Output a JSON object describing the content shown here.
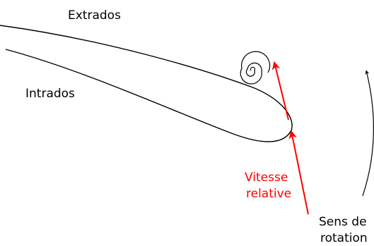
{
  "labels": {
    "extrados": "Extrados",
    "intrados": "Intrados",
    "vitesse_line1": "Vitesse",
    "vitesse_line2": "relative",
    "rotation_line1": "Sens de",
    "rotation_line2": "rotation"
  },
  "colors": {
    "outline": "#000000",
    "velocity": "#ff0000",
    "background": "#ffffff"
  },
  "icons": {
    "vortex": "spiral-icon"
  }
}
